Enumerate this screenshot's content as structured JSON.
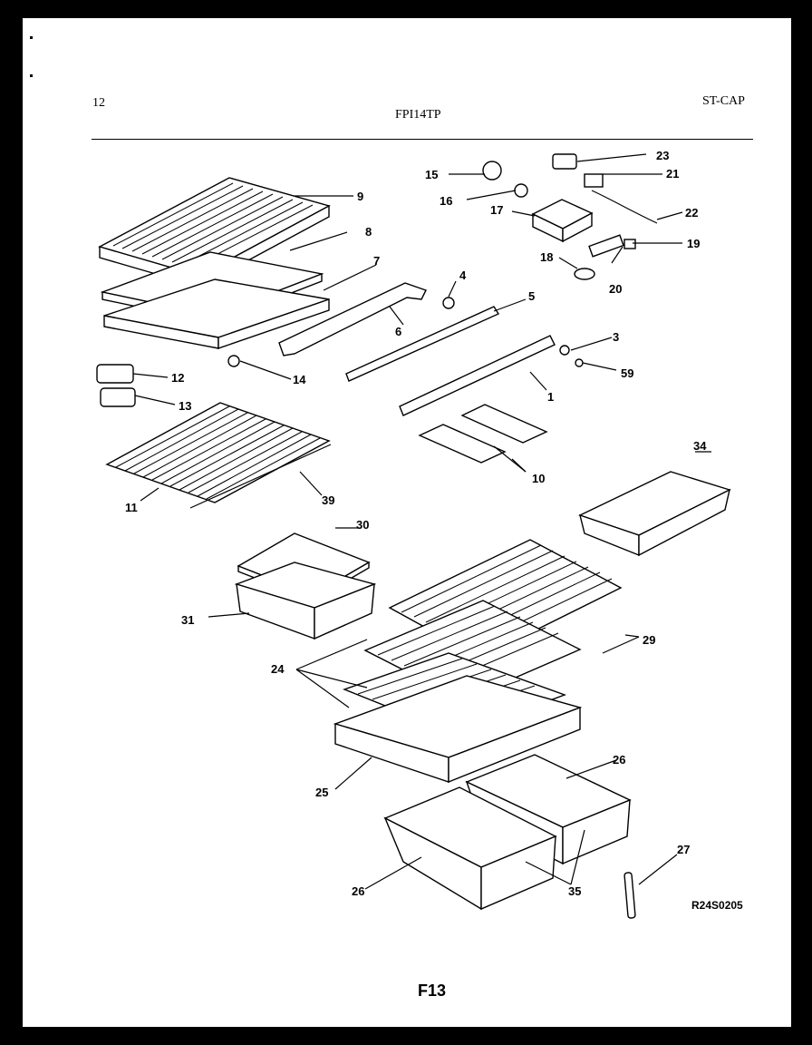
{
  "header": {
    "page_number": "12",
    "model": "FPI14TP",
    "code": "ST-CAP"
  },
  "callouts": [
    "1",
    "3",
    "4",
    "5",
    "6",
    "7",
    "8",
    "9",
    "10",
    "11",
    "12",
    "13",
    "14",
    "15",
    "16",
    "17",
    "18",
    "19",
    "20",
    "21",
    "22",
    "23",
    "24",
    "25",
    "26",
    "26",
    "27",
    "29",
    "30",
    "31",
    "34",
    "35",
    "39",
    "59"
  ],
  "footer": {
    "figure": "F13",
    "reference": "R24S0205"
  }
}
